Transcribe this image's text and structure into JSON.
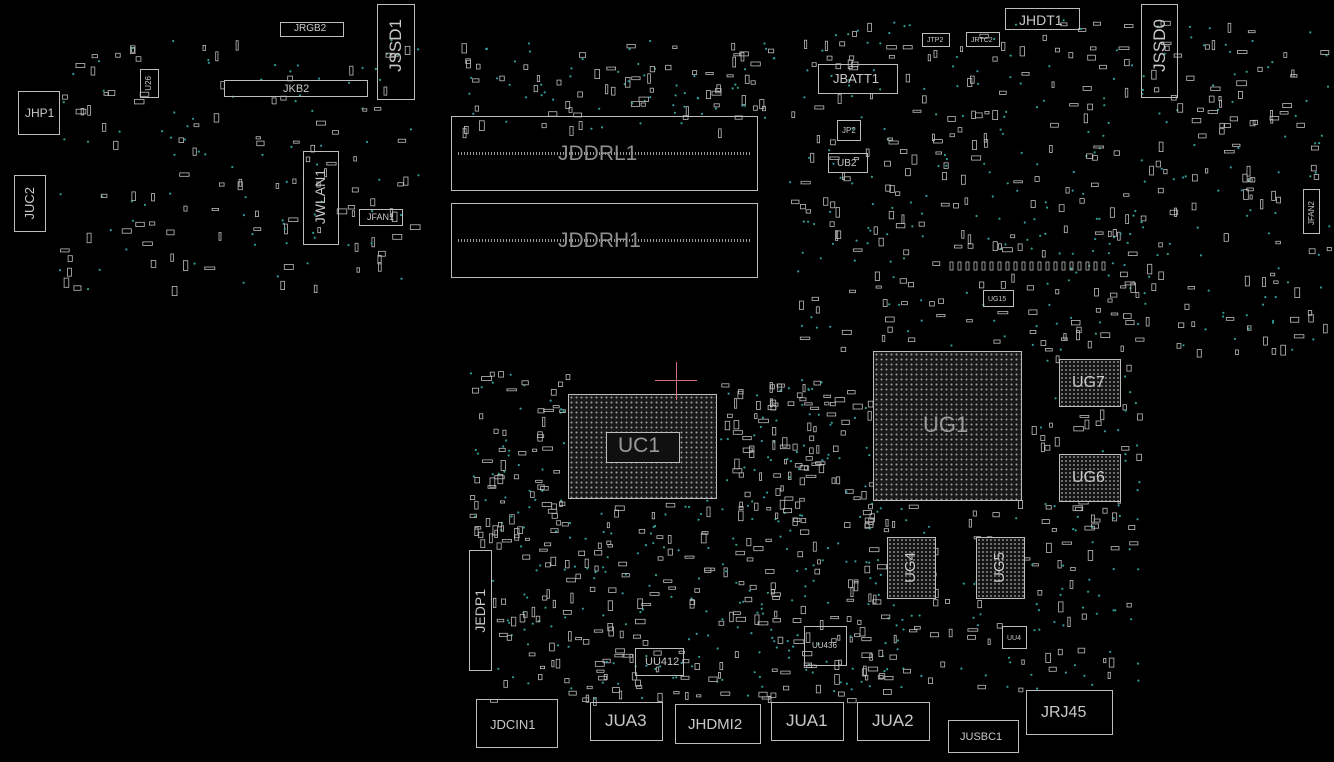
{
  "labels": {
    "jrgb2": "JRGB2",
    "jssd1": "JSSD1",
    "jhp1": "JHP1",
    "ju26": "U26",
    "jkb2": "JKB2",
    "juc2": "JUC2",
    "jwlan1": "JWLAN1",
    "jfan1": "JFAN1",
    "jddrl1": "JDDRL1",
    "jddrh1": "JDDRH1",
    "jhdt1": "JHDT1",
    "jtp2": "JTP2",
    "jrtc2": "JRTC2",
    "jssd0": "JSSD0",
    "jbatt1": "JBATT1",
    "jp2": "JP2",
    "ub2": "UB2",
    "jfan2": "JFAN2",
    "ug15": "UG15",
    "uc1": "UC1",
    "ug1": "UG1",
    "ug7": "UG7",
    "ug6": "UG6",
    "ug4": "UG4",
    "ug5": "UG5",
    "jedp1": "JEDP1",
    "uu412": "UU412",
    "uu436": "UU436",
    "uu4": "UU4",
    "jdcin1": "JDCIN1",
    "jua3": "JUA3",
    "jhdmi2": "JHDMI2",
    "jua1": "JUA1",
    "jua2": "JUA2",
    "jusbc1": "JUSBC1",
    "jrj45": "JRJ45"
  },
  "colors": {
    "background": "#000000",
    "outline": "#bdbdbd",
    "via": "#2f9c96",
    "marker": "#d07080"
  }
}
